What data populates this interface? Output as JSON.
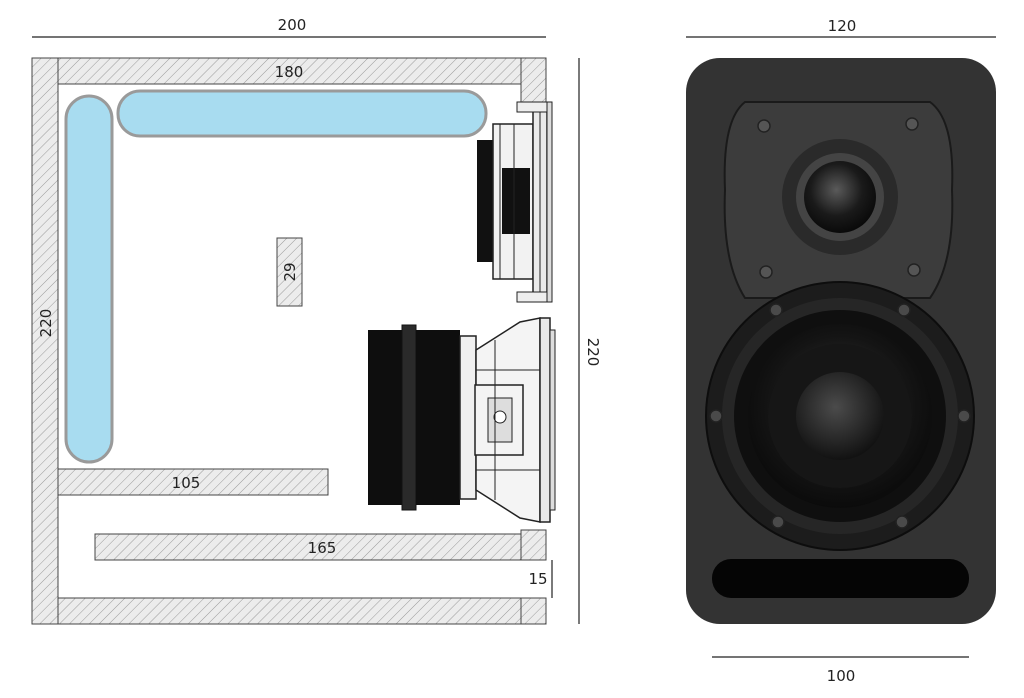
{
  "section_view": {
    "width_label": "200",
    "top_shelf_label": "180",
    "left_height_label": "220",
    "right_height_label": "220",
    "port_label": "29",
    "shelf_mid_label": "105",
    "shelf_low_label": "165",
    "gap_label": "15"
  },
  "front_view": {
    "top_width_label": "120",
    "bottom_width_label": "100"
  },
  "colors": {
    "panel_fill": "#ebebeb",
    "panel_hatch": "#9a9a9a",
    "damping": "#a8dcf0",
    "cabinet": "#333333",
    "driver_black": "#111111"
  }
}
